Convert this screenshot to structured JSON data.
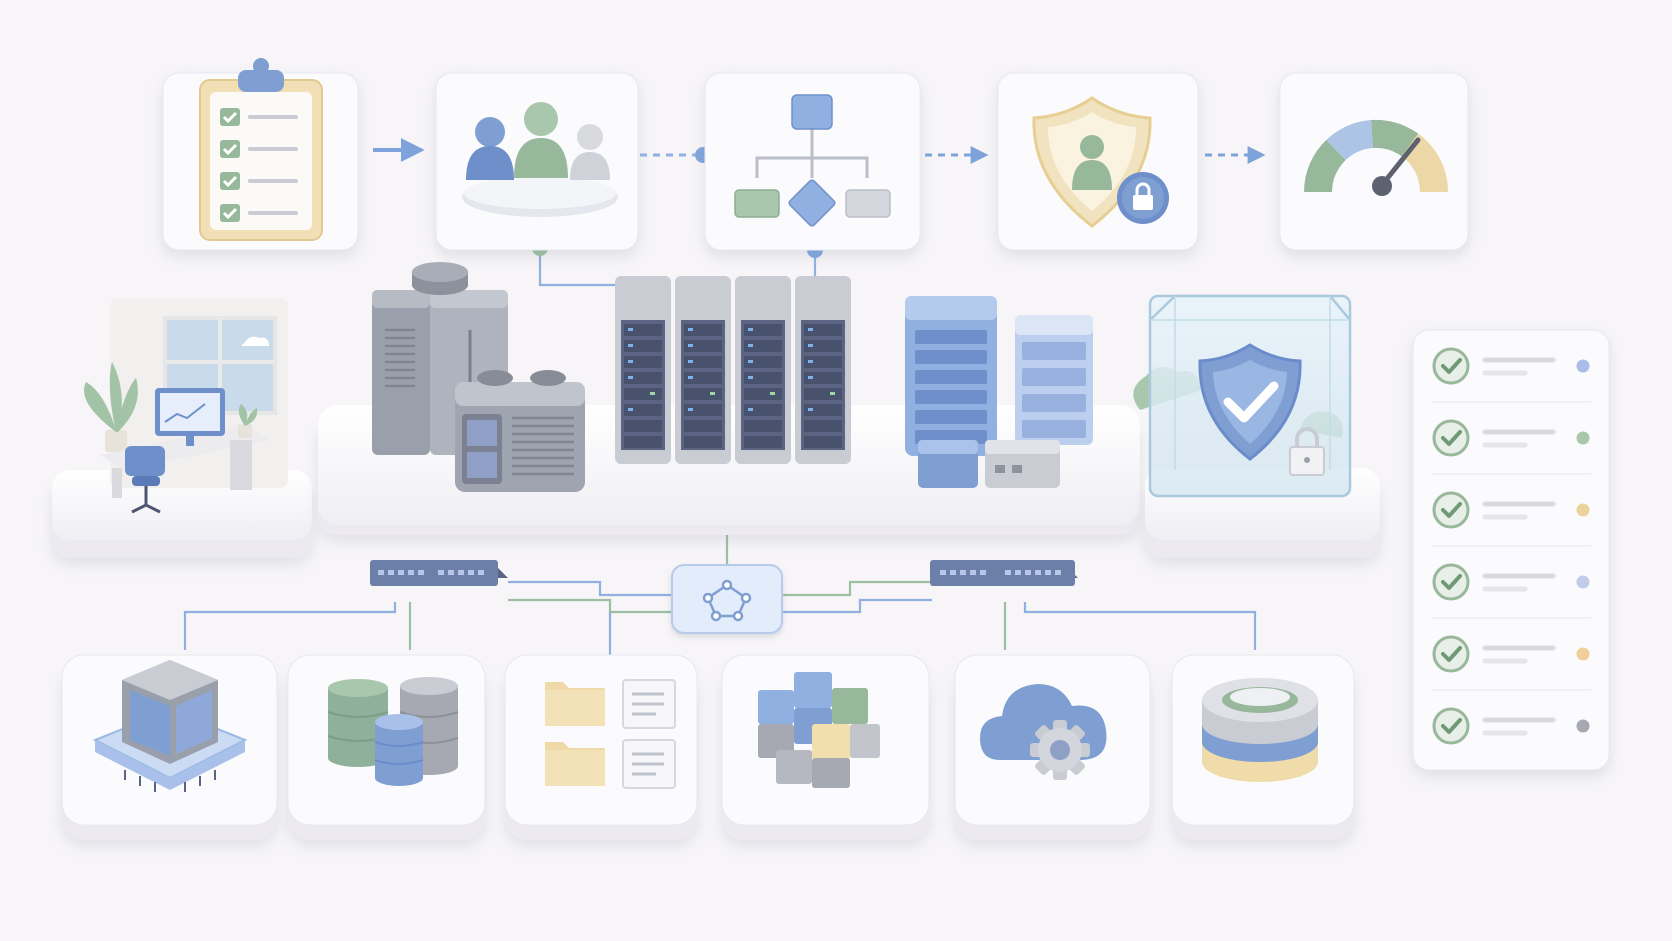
{
  "colors": {
    "background": "#f7f5f7",
    "card": "#fbfbfd",
    "card_edge": "#e4e6ee",
    "blue": "#7f9fd3",
    "blue_dark": "#5a7bb8",
    "navy": "#4f5f86",
    "slate": "#7d8ba3",
    "green": "#98b89b",
    "green_dark": "#6f9a75",
    "sand": "#ecd7a6",
    "gray": "#b5b8c0",
    "connector_blue": "#8fb0e0",
    "connector_green": "#9bbfa0"
  },
  "process_steps": [
    {
      "icon": "clipboard-checklist-icon"
    },
    {
      "icon": "team-group-icon"
    },
    {
      "icon": "flowchart-icon"
    },
    {
      "icon": "shield-user-lock-icon"
    },
    {
      "icon": "gauge-meter-icon"
    }
  ],
  "step_connectors": [
    {
      "style": "solid-arrow"
    },
    {
      "style": "dashed-dot"
    },
    {
      "style": "dashed-arrow"
    },
    {
      "style": "dashed-arrow"
    }
  ],
  "middle_tier": [
    {
      "icon": "office-workstation-icon"
    },
    {
      "icon": "server-cluster-icon"
    },
    {
      "icon": "secure-glass-vault-icon"
    }
  ],
  "network": [
    {
      "icon": "network-switch-icon"
    },
    {
      "icon": "network-hub-icon"
    },
    {
      "icon": "network-switch-icon"
    }
  ],
  "bottom_modules": [
    {
      "icon": "compute-chip-icon"
    },
    {
      "icon": "database-stack-icon"
    },
    {
      "icon": "files-folders-icon"
    },
    {
      "icon": "data-cubes-icon"
    },
    {
      "icon": "cloud-settings-icon"
    },
    {
      "icon": "storage-ring-icon"
    }
  ],
  "checklist": {
    "icon": "checklist-panel-icon",
    "rows": [
      {
        "status": "checked",
        "dot": "#a9bde8"
      },
      {
        "status": "checked",
        "dot": "#a9c7a9"
      },
      {
        "status": "checked",
        "dot": "#ecd39c"
      },
      {
        "status": "checked",
        "dot": "#c2cbe9"
      },
      {
        "status": "checked",
        "dot": "#f0cf98"
      },
      {
        "status": "checked",
        "dot": "#a7a9b2"
      }
    ]
  }
}
